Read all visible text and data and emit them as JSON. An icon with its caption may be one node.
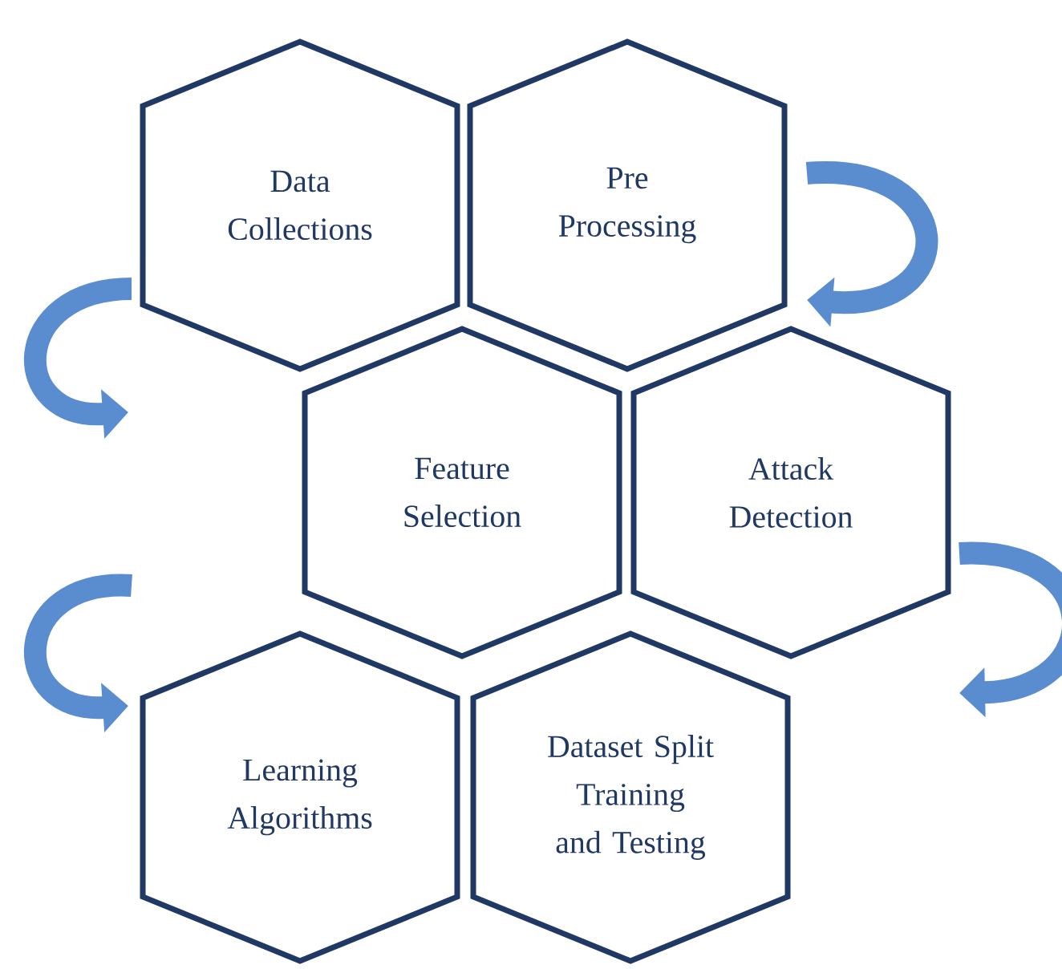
{
  "diagram": {
    "nodes": [
      {
        "text": [
          "Data Collections"
        ]
      },
      {
        "text": [
          "Pre Processing"
        ]
      },
      {
        "text": [
          "Feature Selection"
        ]
      },
      {
        "text": [
          "Attack Detection"
        ]
      },
      {
        "text": [
          "Learning Algorithms"
        ]
      },
      {
        "text": [
          "Dataset Split Training and Testing"
        ]
      }
    ]
  }
}
